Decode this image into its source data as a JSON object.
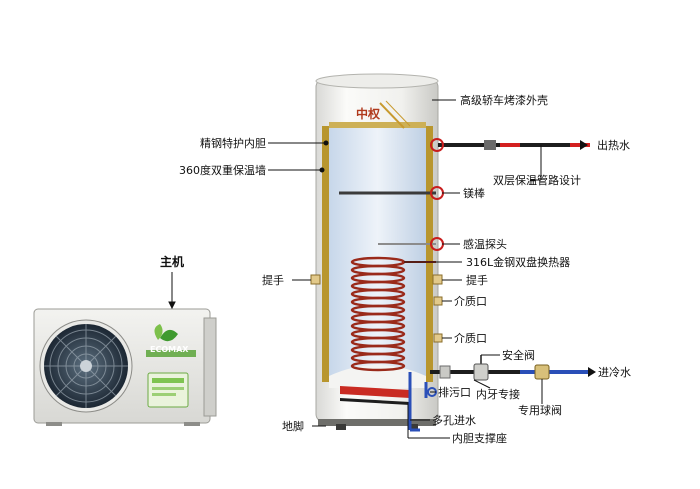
{
  "labels": {
    "outer_shell": "高级轿车烤漆外壳",
    "inner_tank": "精钢特护内胆",
    "insulation": "360度双重保温墙",
    "hot_water_out": "出热水",
    "pipe_insulation": "双层保温管路设计",
    "magnesium_rod": "镁棒",
    "temp_probe": "感温探头",
    "heat_exchanger": "316L金钢双盘换热器",
    "handle_left": "提手",
    "handle_right": "提手",
    "medium_port_1": "介质口",
    "medium_port_2": "介质口",
    "safety_valve": "安全阀",
    "cold_water_in": "进冷水",
    "drain_port": "排污口",
    "inner_connector": "内牙专接",
    "dedicated_valve": "专用球阀",
    "multi_hole_inlet": "多孔进水",
    "feet": "地脚",
    "inner_support": "内胆支撑座",
    "host": "主机"
  },
  "brand": {
    "tank_logo": "中权",
    "unit_logo": "ECOMAX"
  },
  "colors": {
    "pipe_red": "#d32020",
    "pipe_blue": "#2a4fb8",
    "tank_white": "#f4f4f2",
    "coil": "#9a2a1a",
    "brass": "#b8962e"
  }
}
